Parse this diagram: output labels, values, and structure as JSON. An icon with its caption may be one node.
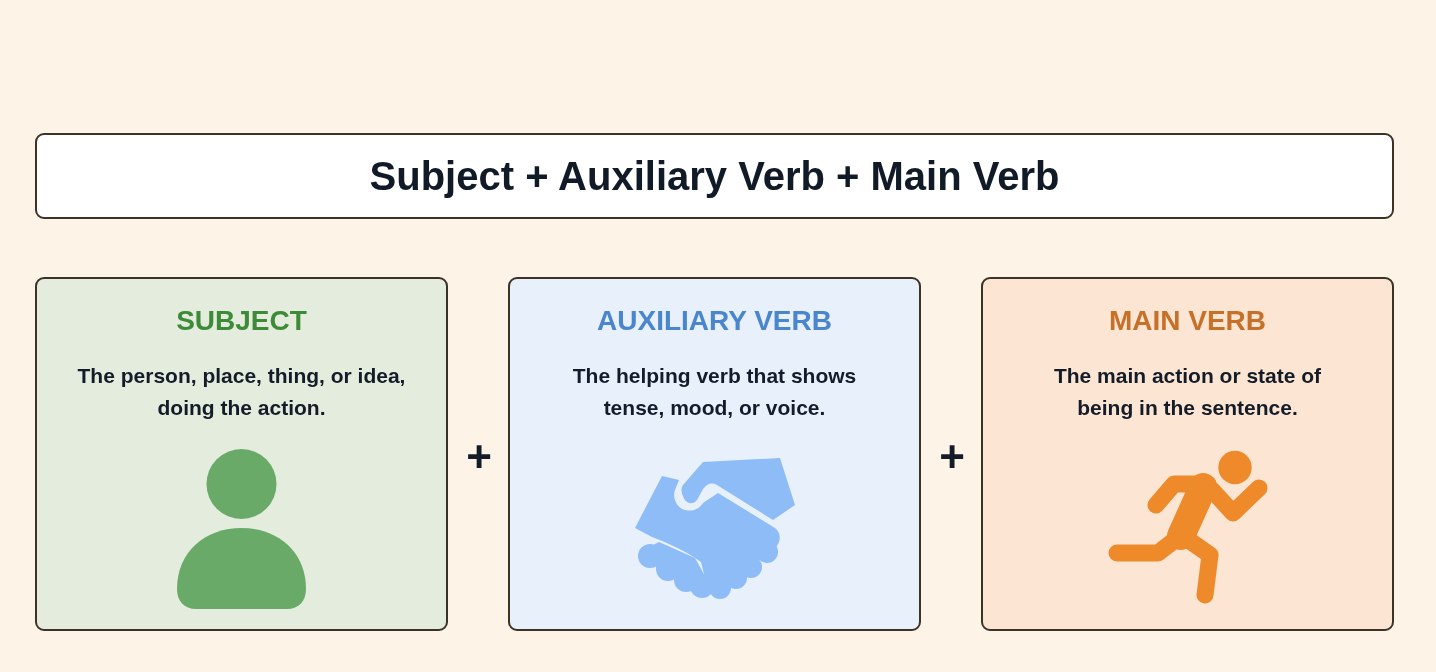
{
  "diagram": {
    "nodes": [
      {
        "text": [
          "Subject + Auxiliary Verb + Main Verb"
        ]
      },
      {
        "text": [
          "SUBJECT",
          "The person, place, thing, or idea, doing the action."
        ]
      },
      {
        "text": [
          "AUXILIARY VERB",
          "The helping verb that shows tense, mood, or voice."
        ]
      },
      {
        "text": [
          "MAIN VERB",
          "The main action or state of being in the sentence."
        ]
      }
    ],
    "labels": [
      "+",
      "+"
    ]
  }
}
